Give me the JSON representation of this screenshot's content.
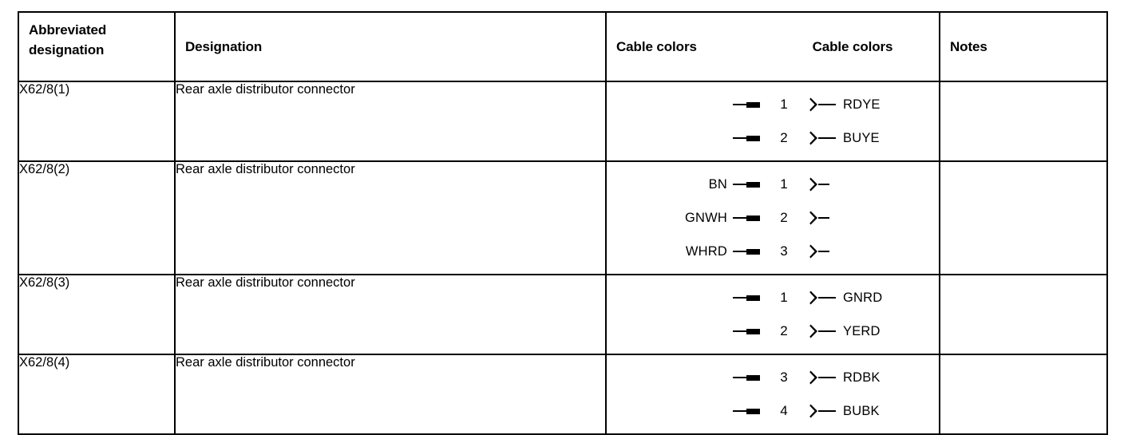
{
  "table": {
    "headers": {
      "abbreviated_designation_line1": "Abbreviated",
      "abbreviated_designation_line2": "designation",
      "designation": "Designation",
      "cable_colors_left": "Cable colors",
      "cable_colors_right": "Cable colors",
      "notes": "Notes"
    },
    "rows": [
      {
        "abbrev": "X62/8(1)",
        "designation": "Rear axle distributor connector",
        "notes": "",
        "pins": [
          {
            "color_left": "",
            "pin": "1",
            "color_right": "RDYE"
          },
          {
            "color_left": "",
            "pin": "2",
            "color_right": "BUYE"
          }
        ]
      },
      {
        "abbrev": "X62/8(2)",
        "designation": "Rear axle distributor connector",
        "notes": "",
        "pins": [
          {
            "color_left": "BN",
            "pin": "1",
            "color_right": ""
          },
          {
            "color_left": "GNWH",
            "pin": "2",
            "color_right": ""
          },
          {
            "color_left": "WHRD",
            "pin": "3",
            "color_right": ""
          }
        ]
      },
      {
        "abbrev": "X62/8(3)",
        "designation": "Rear axle distributor connector",
        "notes": "",
        "pins": [
          {
            "color_left": "",
            "pin": "1",
            "color_right": "GNRD"
          },
          {
            "color_left": "",
            "pin": "2",
            "color_right": "YERD"
          }
        ]
      },
      {
        "abbrev": "X62/8(4)",
        "designation": "Rear axle distributor connector",
        "notes": "",
        "pins": [
          {
            "color_left": "",
            "pin": "3",
            "color_right": "RDBK"
          },
          {
            "color_left": "",
            "pin": "4",
            "color_right": "BUBK"
          }
        ]
      }
    ]
  },
  "symbols": {
    "blade_terminal": "male-blade-terminal-icon",
    "socket_terminal": "female-socket-terminal-icon"
  },
  "colors": {
    "ink": "#000000",
    "paper": "#ffffff"
  }
}
